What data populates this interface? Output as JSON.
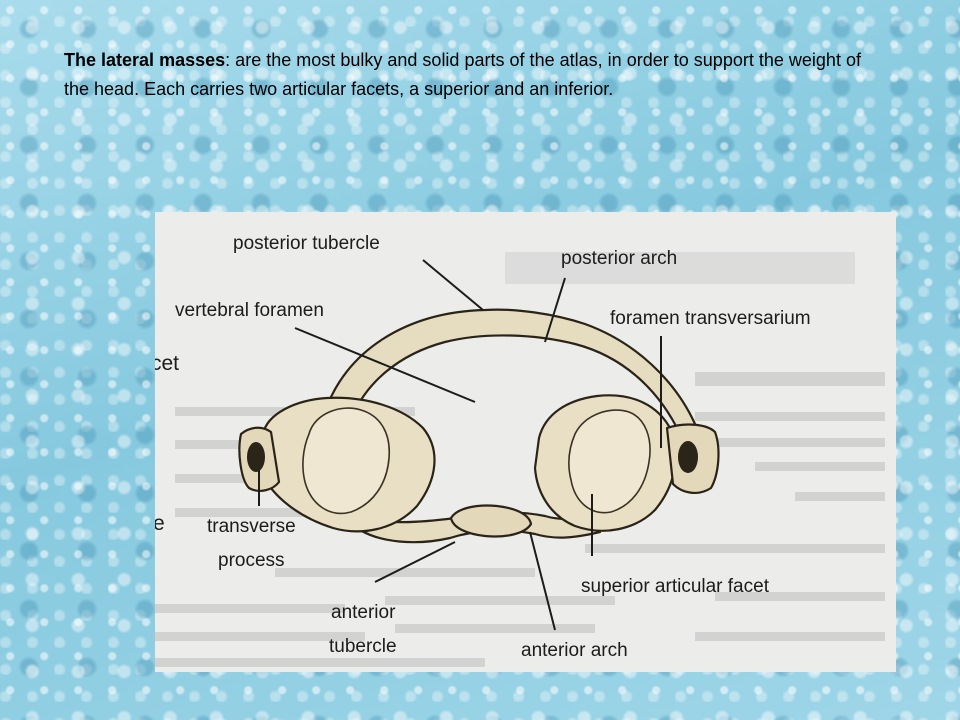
{
  "caption": {
    "term": "The lateral masses",
    "text": ": are the most bulky and solid parts of the atlas, in order to support the weight of the head. Each carries two articular facets, a superior and an inferior."
  },
  "figure": {
    "labels": {
      "posterior_tubercle": "posterior tubercle",
      "posterior_arch": "posterior arch",
      "vertebral_foramen": "vertebral foramen",
      "foramen_transversarium": "foramen transversarium",
      "transverse_process_1": "transverse",
      "transverse_process_2": "process",
      "anterior_tubercle_1": "anterior",
      "anterior_tubercle_2": "tubercle",
      "superior_articular_facet": "superior articular facet",
      "anterior_arch": "anterior arch"
    },
    "edge_text": {
      "left_top": "cet",
      "left_bottom": "e"
    }
  }
}
